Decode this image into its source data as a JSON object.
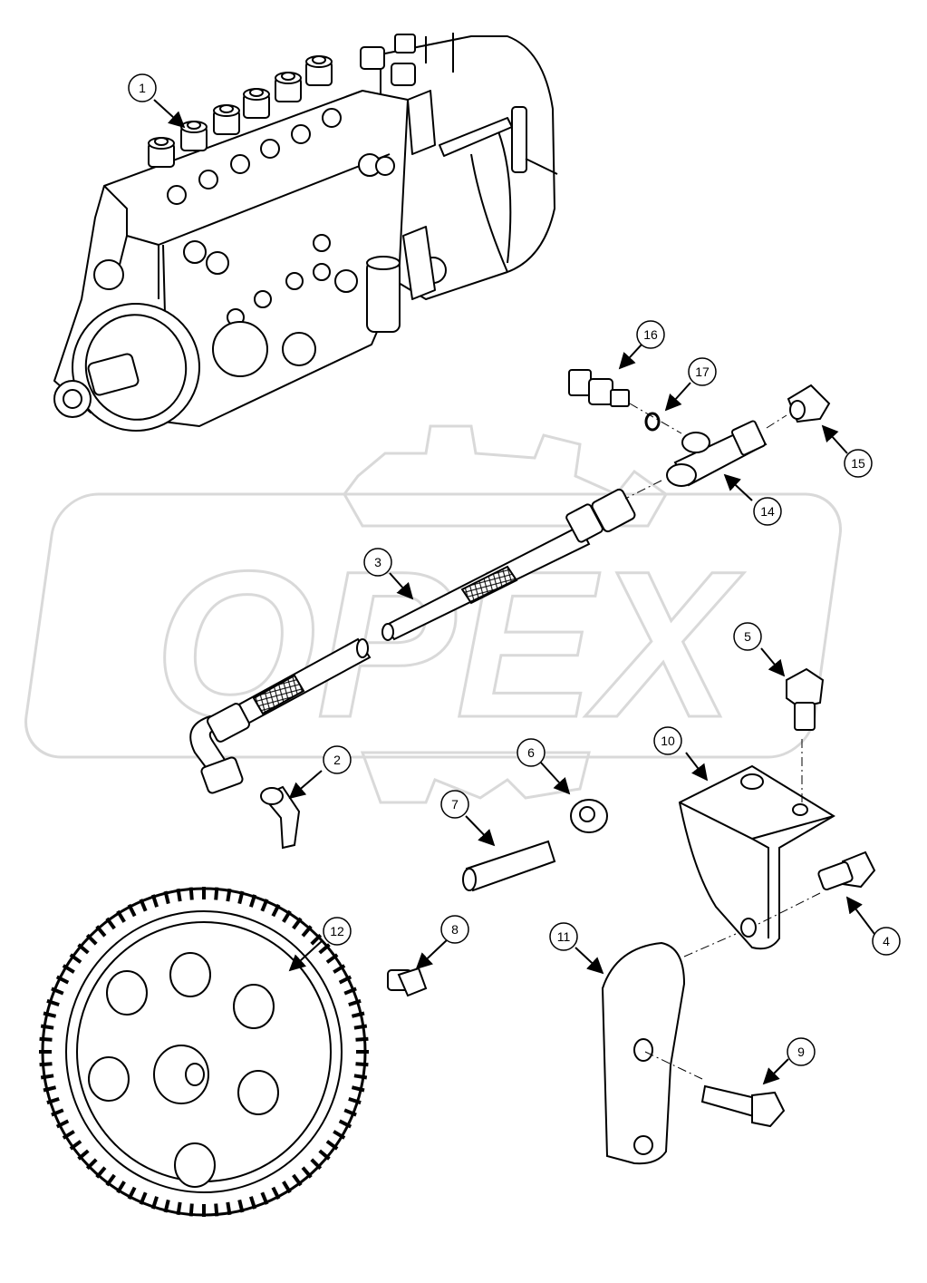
{
  "watermark": {
    "text": "OPEX"
  },
  "callouts": [
    {
      "id": "callout-1",
      "label": "1"
    },
    {
      "id": "callout-2",
      "label": "2"
    },
    {
      "id": "callout-3",
      "label": "3"
    },
    {
      "id": "callout-4",
      "label": "4"
    },
    {
      "id": "callout-5",
      "label": "5"
    },
    {
      "id": "callout-6",
      "label": "6"
    },
    {
      "id": "callout-7",
      "label": "7"
    },
    {
      "id": "callout-8",
      "label": "8"
    },
    {
      "id": "callout-9",
      "label": "9"
    },
    {
      "id": "callout-10",
      "label": "10"
    },
    {
      "id": "callout-11",
      "label": "11"
    },
    {
      "id": "callout-12",
      "label": "12"
    },
    {
      "id": "callout-14",
      "label": "14"
    },
    {
      "id": "callout-15",
      "label": "15"
    },
    {
      "id": "callout-16",
      "label": "16"
    },
    {
      "id": "callout-17",
      "label": "17"
    }
  ]
}
